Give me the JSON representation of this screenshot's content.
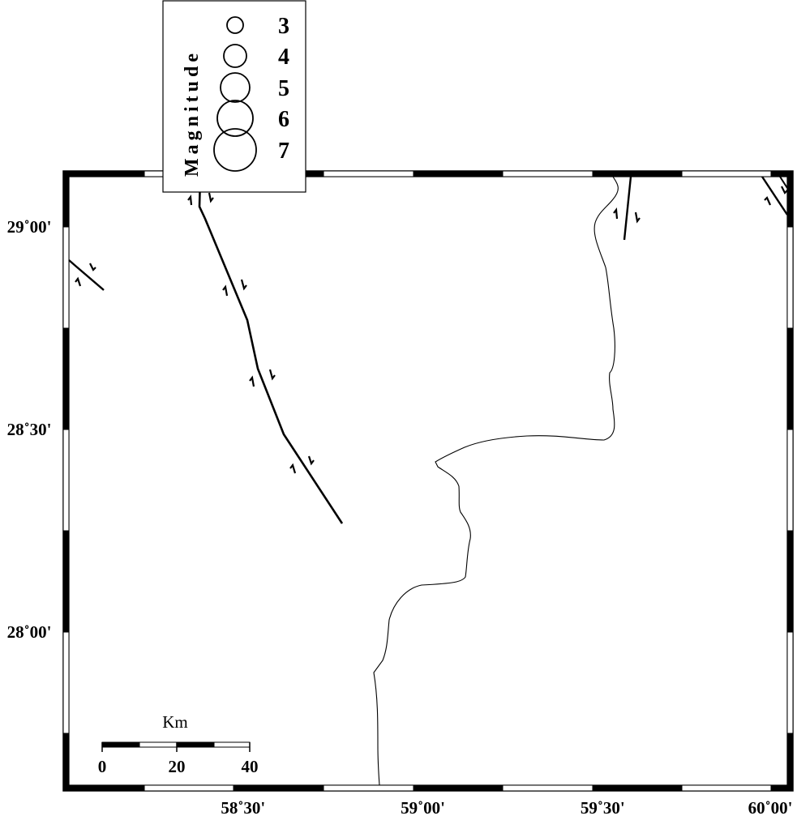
{
  "map": {
    "lat_ticks": [
      {
        "value": 29.0,
        "label": "29˚00'"
      },
      {
        "value": 28.5,
        "label": "28˚30'"
      },
      {
        "value": 28.0,
        "label": "28˚00'"
      }
    ],
    "lon_ticks": [
      {
        "value": 58.5,
        "label": "58˚30'"
      },
      {
        "value": 59.0,
        "label": "59˚00'"
      },
      {
        "value": 59.5,
        "label": "59˚30'"
      },
      {
        "value": 60.0,
        "label": "60˚00'"
      }
    ]
  },
  "legend": {
    "title": "Magnitude",
    "items": [
      {
        "label": "3",
        "magnitude": 3
      },
      {
        "label": "4",
        "magnitude": 4
      },
      {
        "label": "5",
        "magnitude": 5
      },
      {
        "label": "6",
        "magnitude": 6
      },
      {
        "label": "7",
        "magnitude": 7
      }
    ]
  },
  "scale_bar": {
    "unit": "Km",
    "labels": [
      "0",
      "20",
      "40"
    ]
  }
}
